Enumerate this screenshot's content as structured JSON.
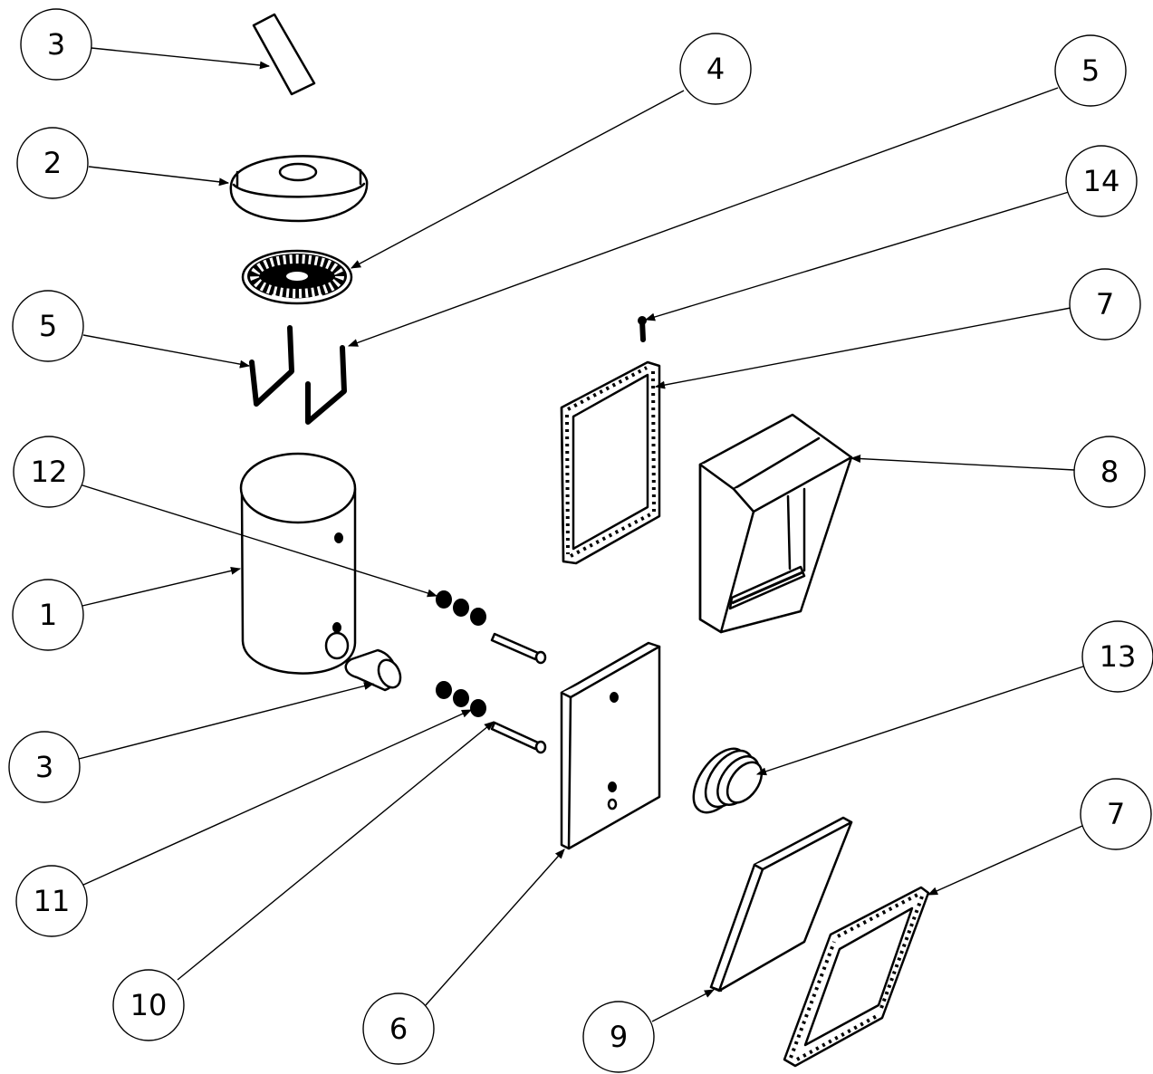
{
  "callouts": [
    {
      "label": "3"
    },
    {
      "label": "2"
    },
    {
      "label": "4"
    },
    {
      "label": "5"
    },
    {
      "label": "14"
    },
    {
      "label": "5"
    },
    {
      "label": "7"
    },
    {
      "label": "12"
    },
    {
      "label": "8"
    },
    {
      "label": "1"
    },
    {
      "label": "13"
    },
    {
      "label": "3"
    },
    {
      "label": "7"
    },
    {
      "label": "11"
    },
    {
      "label": "10"
    },
    {
      "label": "6"
    },
    {
      "label": "9"
    }
  ],
  "colors": {
    "line": "#000000",
    "background": "#ffffff"
  }
}
